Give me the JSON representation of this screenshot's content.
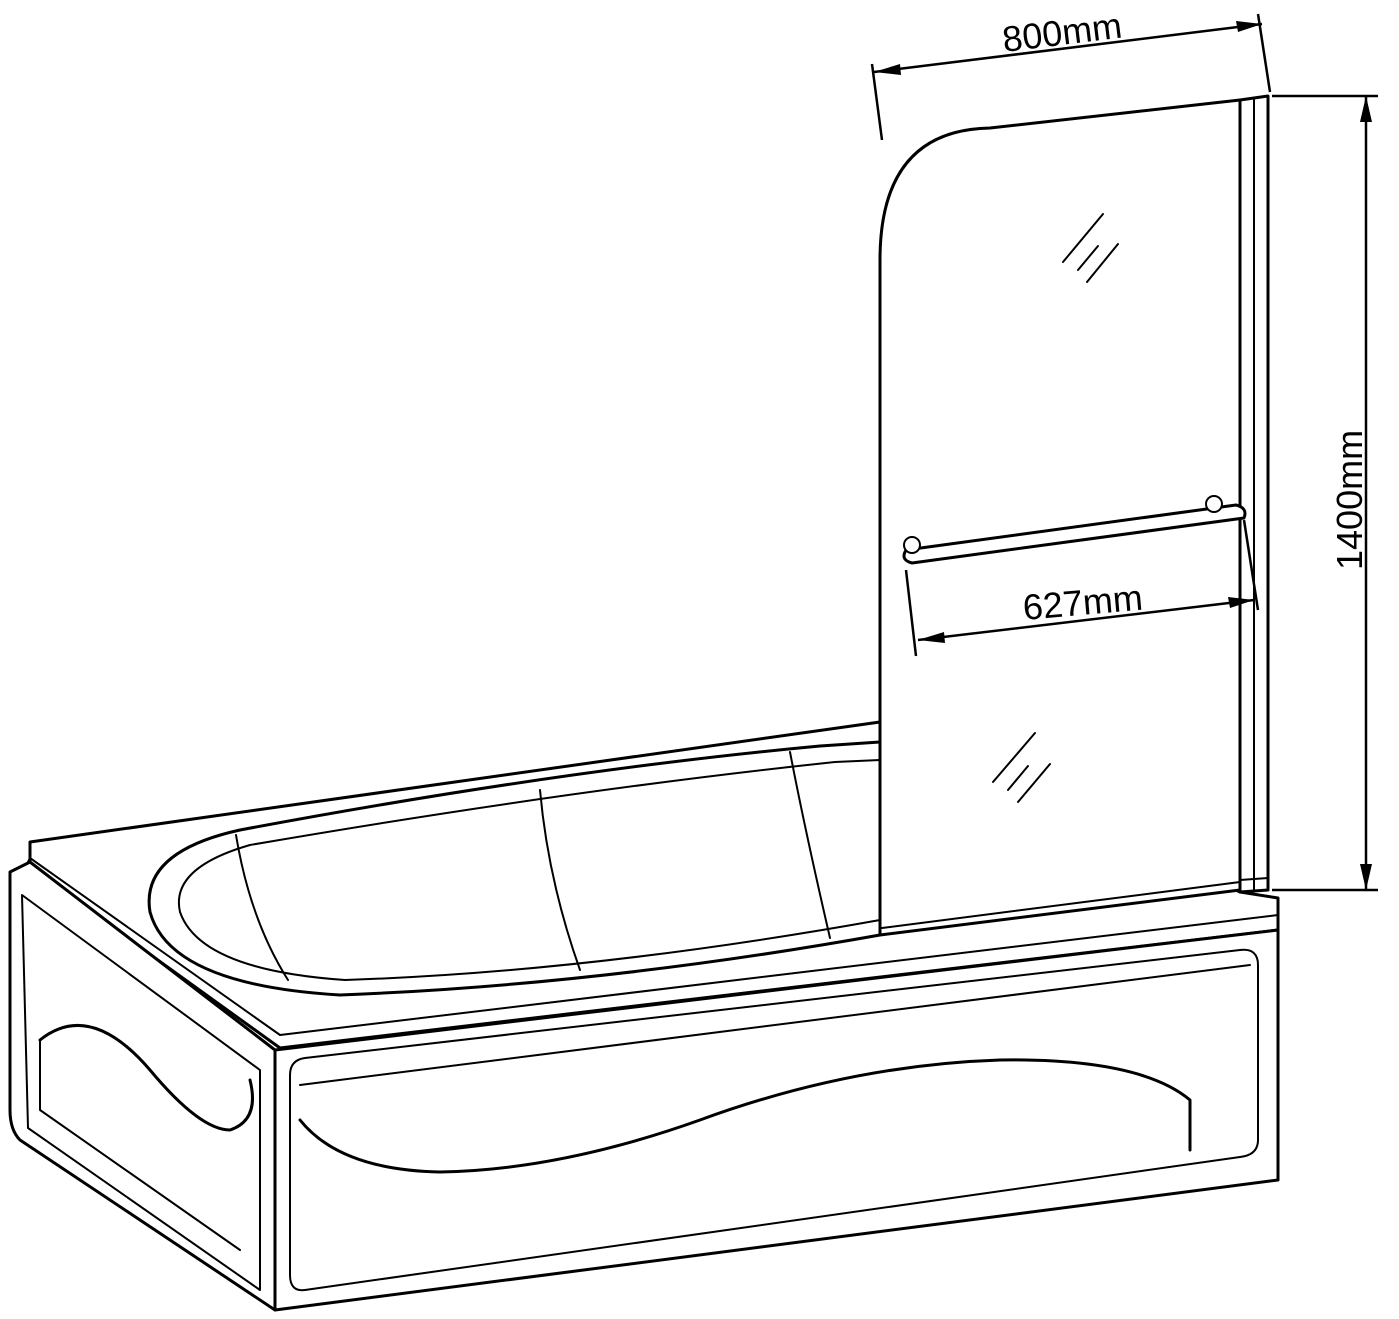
{
  "dimensions": {
    "width_label": "800mm",
    "height_label": "1400mm",
    "towel_rail_label": "627mm"
  }
}
